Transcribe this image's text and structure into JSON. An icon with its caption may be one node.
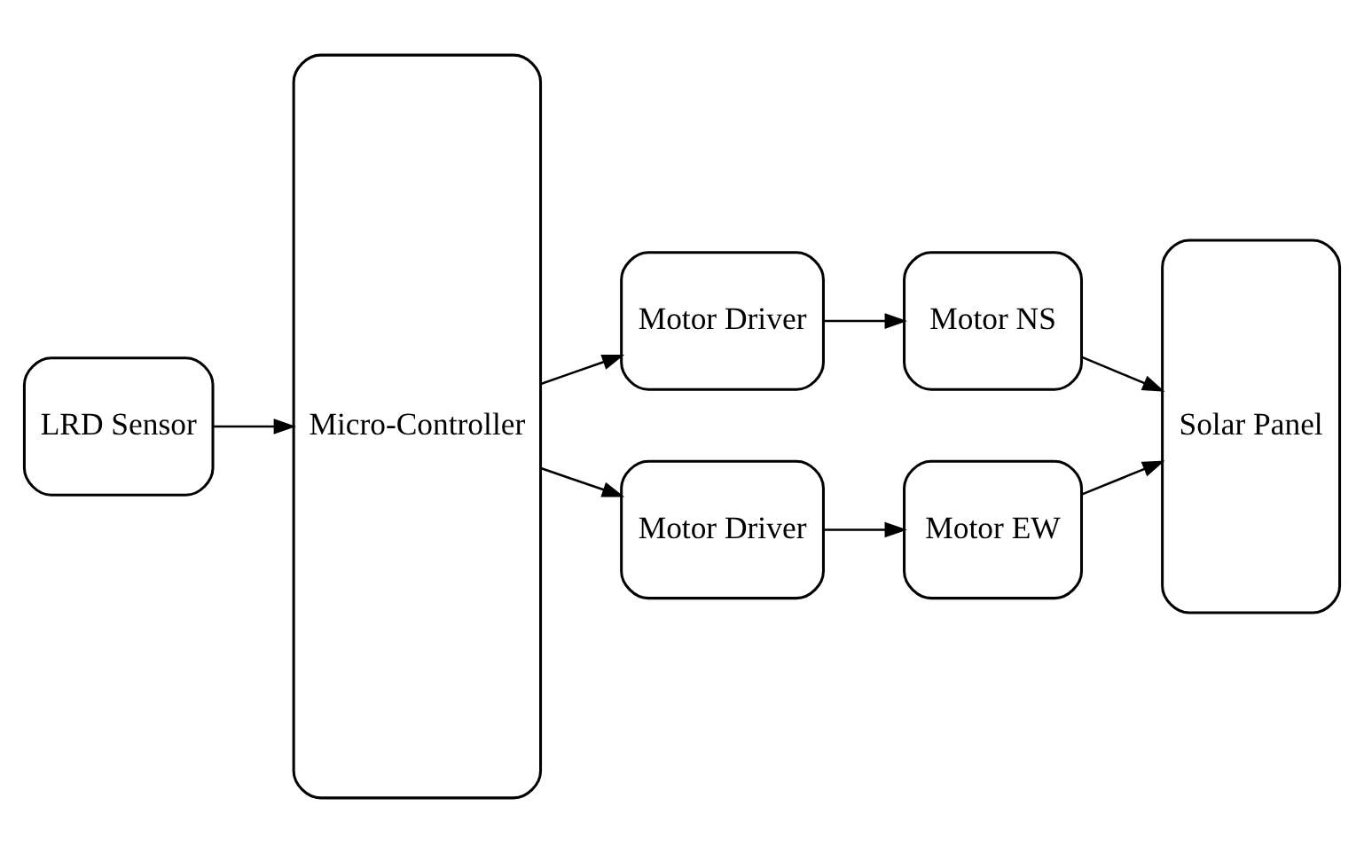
{
  "diagram": {
    "nodes": [
      {
        "text": [
          "LRD Sensor"
        ]
      },
      {
        "text": [
          "Micro-Controller"
        ]
      },
      {
        "text": [
          "Motor Driver"
        ]
      },
      {
        "text": [
          "Motor NS"
        ]
      },
      {
        "text": [
          "Motor Driver"
        ]
      },
      {
        "text": [
          "Motor EW"
        ]
      },
      {
        "text": [
          "Solar Panel"
        ]
      }
    ],
    "edges": [
      {
        "from": 0,
        "to": 1,
        "arrow": "to"
      },
      {
        "from": 1,
        "to": 2,
        "arrow": "to"
      },
      {
        "from": 2,
        "to": 3,
        "arrow": "to"
      },
      {
        "from": 3,
        "to": 6,
        "arrow": "to"
      },
      {
        "from": 1,
        "to": 4,
        "arrow": "to"
      },
      {
        "from": 4,
        "to": 5,
        "arrow": "to"
      },
      {
        "from": 5,
        "to": 6,
        "arrow": "to"
      }
    ]
  }
}
